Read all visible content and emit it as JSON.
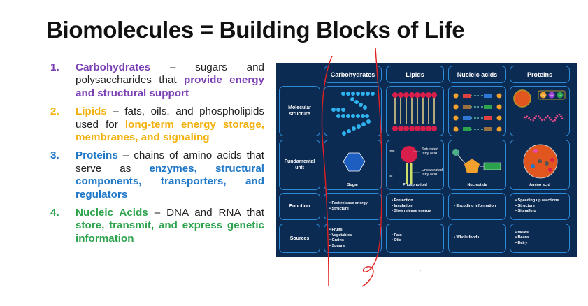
{
  "title": "Biomolecules = Building Blocks of Life",
  "colors": {
    "carbohydrates": "#7a3fb3",
    "lipids": "#f2b10c",
    "proteins": "#1f78c8",
    "nucleic_acids": "#2ba24c",
    "table_bg": "#0c2b52",
    "cell_border": "#2d8ad6",
    "annotation": "#e02020"
  },
  "list": [
    {
      "num": "1.",
      "name": "Carbohydrates",
      "text": " – sugars and polysaccharides that ",
      "highlight": "provide energy and structural support",
      "rest": ""
    },
    {
      "num": "2.",
      "name": "Lipids",
      "text": " – fats, oils, and phospholipids used for ",
      "highlight": "long-term energy storage, membranes, and signaling",
      "rest": ""
    },
    {
      "num": "3.",
      "name": "Proteins",
      "text": " – chains of amino acids that serve as ",
      "highlight": "enzymes, structural components, transporters, and regulators",
      "rest": ""
    },
    {
      "num": "4.",
      "name": "Nucleic Acids",
      "text": " – DNA and RNA that ",
      "highlight": "store, transmit, and express genetic information",
      "rest": ""
    }
  ],
  "table": {
    "columns": [
      "Carbohydrates",
      "Lipids",
      "Nucleic acids",
      "Proteins"
    ],
    "rows": [
      "Molecular structure",
      "Fundamental unit",
      "Function",
      "Sources"
    ],
    "units": [
      "Sugar",
      "Phospholipid",
      "Nucleotide",
      "Amino acid"
    ],
    "phospholipid_labels": {
      "head": "Head",
      "tail": "Tail",
      "saturated": "Saturated fatty acid",
      "unsaturated": "Unsaturated fatty acid"
    },
    "protein_labels": [
      "Gly",
      "Val",
      "Ala"
    ],
    "function": [
      [
        "Fast release energy",
        "Structure"
      ],
      [
        "Protection",
        "Insulation",
        "Slow release energy"
      ],
      [
        "Encoding information"
      ],
      [
        "Speeding up reactions",
        "Structure",
        "Signalling"
      ]
    ],
    "sources": [
      [
        "Fruits",
        "Vegetables",
        "Grains",
        "Sugars"
      ],
      [
        "Fats",
        "Oils"
      ],
      [
        "Whole foods"
      ],
      [
        "Meats",
        "Beans",
        "Dairy"
      ]
    ]
  }
}
